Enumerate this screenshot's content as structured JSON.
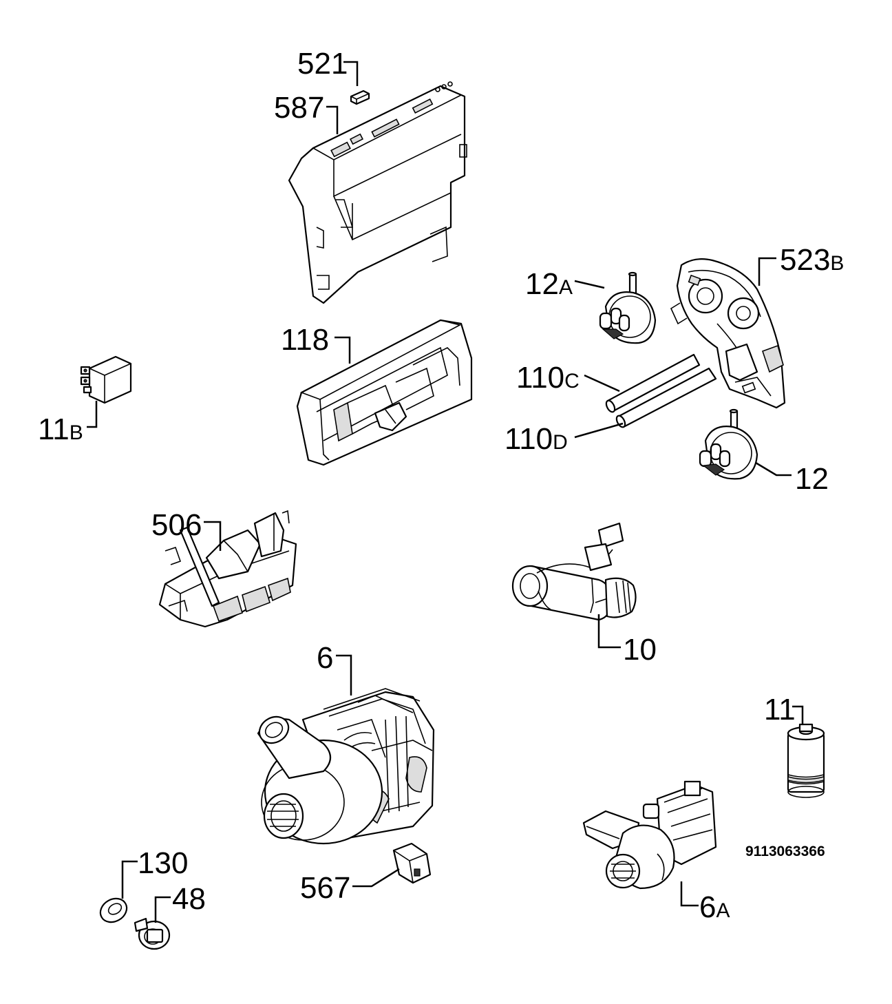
{
  "parts": [
    {
      "id": "p521",
      "num": "521",
      "suffix": ""
    },
    {
      "id": "p587",
      "num": "587",
      "suffix": ""
    },
    {
      "id": "p523b",
      "num": "523",
      "suffix": "B"
    },
    {
      "id": "p12a",
      "num": "12",
      "suffix": "A"
    },
    {
      "id": "p118",
      "num": "118",
      "suffix": ""
    },
    {
      "id": "p110c",
      "num": "110",
      "suffix": "C"
    },
    {
      "id": "p11b",
      "num": "11",
      "suffix": "B"
    },
    {
      "id": "p110d",
      "num": "110",
      "suffix": "D"
    },
    {
      "id": "p12",
      "num": "12",
      "suffix": ""
    },
    {
      "id": "p506",
      "num": "506",
      "suffix": ""
    },
    {
      "id": "p10",
      "num": "10",
      "suffix": ""
    },
    {
      "id": "p6",
      "num": "6",
      "suffix": ""
    },
    {
      "id": "p11",
      "num": "11",
      "suffix": ""
    },
    {
      "id": "p130",
      "num": "130",
      "suffix": ""
    },
    {
      "id": "p48",
      "num": "48",
      "suffix": ""
    },
    {
      "id": "p567",
      "num": "567",
      "suffix": ""
    },
    {
      "id": "p6a",
      "num": "6",
      "suffix": "A"
    }
  ],
  "diagram_code": "9113063366"
}
